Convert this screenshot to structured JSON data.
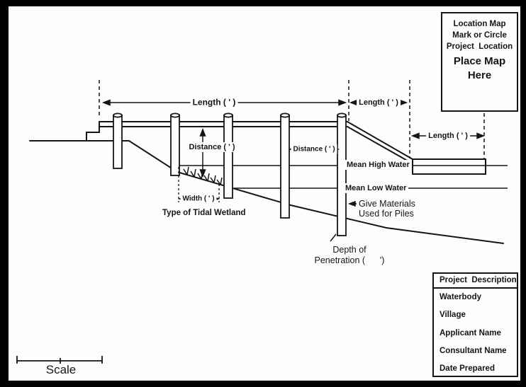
{
  "colors": {
    "ink": "#151515",
    "paper": "#fdfdfd",
    "background": "#000000"
  },
  "location_map_box": {
    "lines": [
      "Location Map",
      "Mark or Circle",
      "Project  Location"
    ],
    "big_lines": [
      "Place Map",
      "Here"
    ]
  },
  "project_box": {
    "header": "Project  Description",
    "rows": [
      "Waterbody",
      "Village",
      "Applicant Name",
      "Consultant Name",
      "Date Prepared"
    ]
  },
  "dims": {
    "length_main": "Length ( ' )",
    "length_mid": "Length ( ' )",
    "length_outer": "Length ( ' )",
    "distance_vertical": "Distance ( ' )",
    "distance_horizontal": "Distance ( ' )",
    "width": "Width ( ' )"
  },
  "water": {
    "mean_high": "Mean High Water",
    "mean_low": "Mean Low Water"
  },
  "notes": {
    "wetland": "Type of Tidal Wetland",
    "materials_1": "Give Materials",
    "materials_2": "Used for Piles",
    "depth_1": "Depth of",
    "depth_2": "Penetration (      ')",
    "scale": "Scale"
  }
}
